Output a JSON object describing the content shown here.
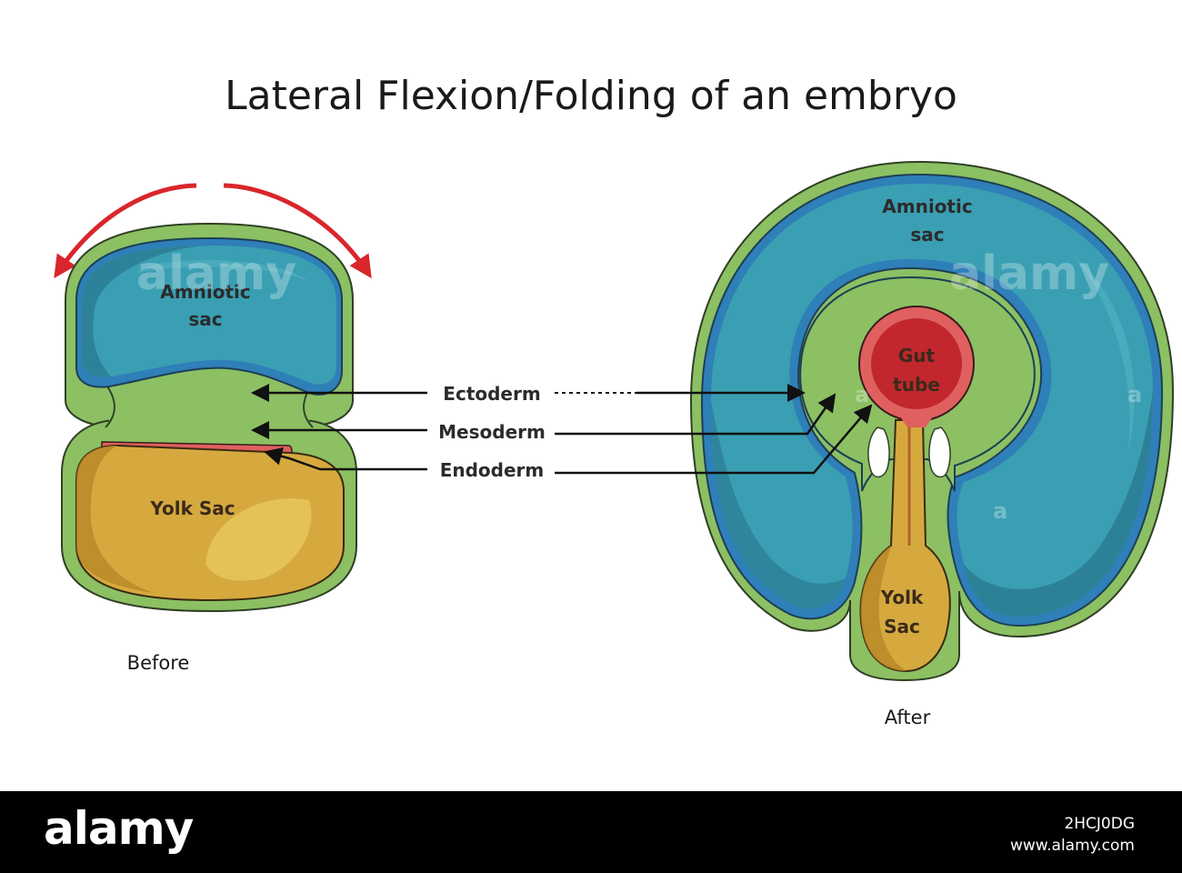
{
  "title": "Lateral Flexion/Folding of an embryo",
  "before": {
    "amniotic_line1": "Amniotic",
    "amniotic_line2": "sac",
    "yolk": "Yolk Sac",
    "caption": "Before"
  },
  "after": {
    "amniotic_line1": "Amniotic",
    "amniotic_line2": "sac",
    "gut_line1": "Gut",
    "gut_line2": "tube",
    "yolk_line1": "Yolk",
    "yolk_line2": "Sac",
    "caption": "After"
  },
  "layers": {
    "ectoderm": "Ectoderm",
    "mesoderm": "Mesoderm",
    "endoderm": "Endoderm"
  },
  "watermark": {
    "text": "alamy",
    "small": "a",
    "image_id": "2HCJ0DG",
    "url": "www.alamy.com"
  },
  "colors": {
    "green": "#8cc063",
    "dark_green": "#4a7a3a",
    "teal": "#3a9fb3",
    "dark_teal": "#2b7b92",
    "blue_line": "#2f7fb8",
    "red": "#c1272d",
    "red_light": "#e06060",
    "yolk": "#d6a93f",
    "yolk_light": "#e6c45a",
    "arrow_red": "#d9262b"
  }
}
